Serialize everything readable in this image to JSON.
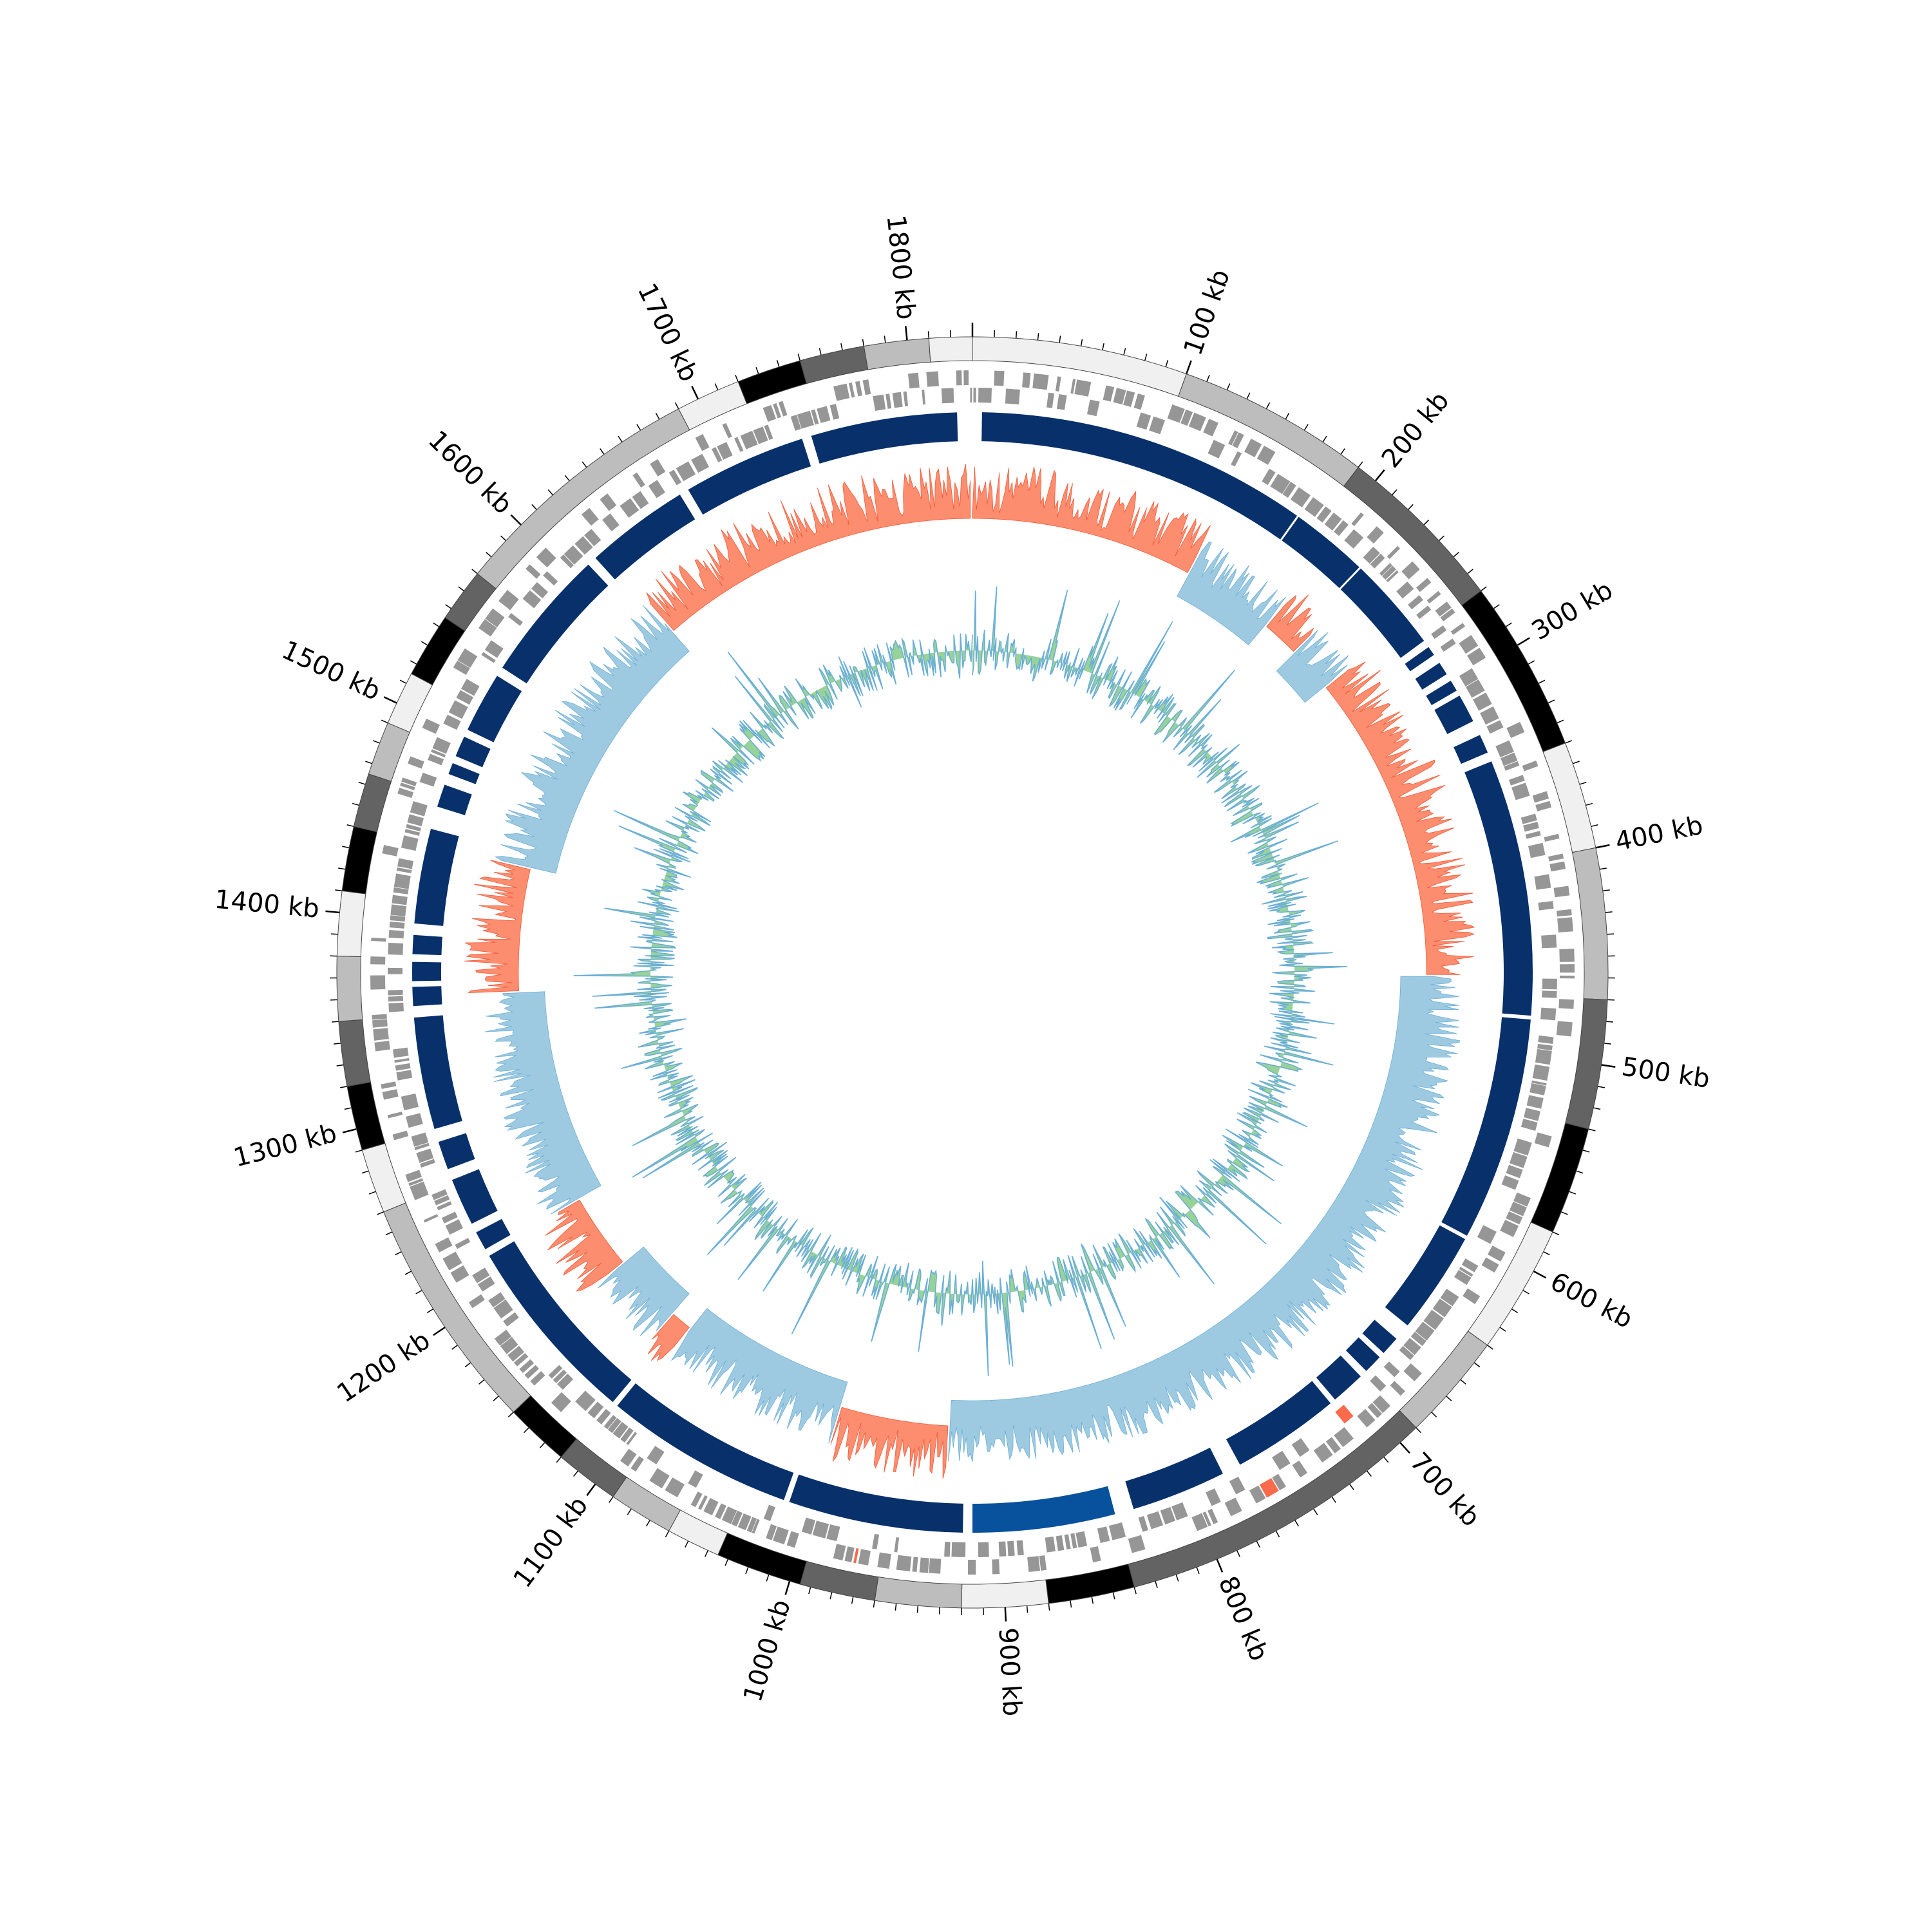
{
  "chart_data": {
    "type": "circular-genome",
    "genome_length_kb": 1830,
    "axis": {
      "unit": "kb",
      "tick_labels": [
        "100 kb",
        "200 kb",
        "300 kb",
        "400 kb",
        "500 kb",
        "600 kb",
        "700 kb",
        "800 kb",
        "900 kb",
        "1000 kb",
        "1100 kb",
        "1200 kb",
        "1300 kb",
        "1400 kb",
        "1500 kb",
        "1600 kb",
        "1700 kb",
        "1800 kb"
      ],
      "tick_positions_kb": [
        100,
        200,
        300,
        400,
        500,
        600,
        700,
        800,
        900,
        1000,
        1100,
        1200,
        1300,
        1400,
        1500,
        1600,
        1700,
        1800
      ],
      "minor_tick_step_kb": 10
    },
    "ideogram_bands": [
      {
        "start": 0,
        "end": 100,
        "shade": "#f0f0f0"
      },
      {
        "start": 100,
        "end": 190,
        "shade": "#bdbdbd"
      },
      {
        "start": 190,
        "end": 270,
        "shade": "#636363"
      },
      {
        "start": 270,
        "end": 350,
        "shade": "#000000"
      },
      {
        "start": 350,
        "end": 400,
        "shade": "#f0f0f0"
      },
      {
        "start": 400,
        "end": 470,
        "shade": "#bdbdbd"
      },
      {
        "start": 470,
        "end": 530,
        "shade": "#636363"
      },
      {
        "start": 530,
        "end": 580,
        "shade": "#000000"
      },
      {
        "start": 580,
        "end": 640,
        "shade": "#f0f0f0"
      },
      {
        "start": 640,
        "end": 690,
        "shade": "#bdbdbd"
      },
      {
        "start": 690,
        "end": 840,
        "shade": "#636363"
      },
      {
        "start": 840,
        "end": 880,
        "shade": "#000000"
      },
      {
        "start": 880,
        "end": 920,
        "shade": "#f0f0f0"
      },
      {
        "start": 920,
        "end": 960,
        "shade": "#bdbdbd"
      },
      {
        "start": 960,
        "end": 995,
        "shade": "#636363"
      },
      {
        "start": 995,
        "end": 1035,
        "shade": "#000000"
      },
      {
        "start": 1035,
        "end": 1060,
        "shade": "#f0f0f0"
      },
      {
        "start": 1060,
        "end": 1090,
        "shade": "#bdbdbd"
      },
      {
        "start": 1090,
        "end": 1120,
        "shade": "#636363"
      },
      {
        "start": 1120,
        "end": 1150,
        "shade": "#000000"
      },
      {
        "start": 1150,
        "end": 1260,
        "shade": "#bdbdbd"
      },
      {
        "start": 1260,
        "end": 1290,
        "shade": "#f0f0f0"
      },
      {
        "start": 1290,
        "end": 1320,
        "shade": "#000000"
      },
      {
        "start": 1320,
        "end": 1350,
        "shade": "#636363"
      },
      {
        "start": 1350,
        "end": 1380,
        "shade": "#bdbdbd"
      },
      {
        "start": 1380,
        "end": 1410,
        "shade": "#f0f0f0"
      },
      {
        "start": 1410,
        "end": 1440,
        "shade": "#000000"
      },
      {
        "start": 1440,
        "end": 1465,
        "shade": "#636363"
      },
      {
        "start": 1465,
        "end": 1490,
        "shade": "#bdbdbd"
      },
      {
        "start": 1490,
        "end": 1515,
        "shade": "#f0f0f0"
      },
      {
        "start": 1515,
        "end": 1545,
        "shade": "#000000"
      },
      {
        "start": 1545,
        "end": 1570,
        "shade": "#636363"
      },
      {
        "start": 1570,
        "end": 1690,
        "shade": "#bdbdbd"
      },
      {
        "start": 1690,
        "end": 1720,
        "shade": "#f0f0f0"
      },
      {
        "start": 1720,
        "end": 1750,
        "shade": "#000000"
      },
      {
        "start": 1750,
        "end": 1780,
        "shade": "#636363"
      },
      {
        "start": 1780,
        "end": 1810,
        "shade": "#bdbdbd"
      },
      {
        "start": 1810,
        "end": 1830,
        "shade": "#f0f0f0"
      }
    ],
    "syntenic_blocks": [
      [
        5,
        180
      ],
      [
        181,
        222
      ],
      [
        223,
        273
      ],
      [
        277,
        282
      ],
      [
        287,
        294
      ],
      [
        298,
        304
      ],
      [
        307,
        322
      ],
      [
        330,
        340
      ],
      [
        345,
        480
      ],
      [
        482,
        600
      ],
      [
        602,
        656
      ],
      [
        665,
        675
      ],
      [
        678,
        688
      ],
      [
        692,
        710
      ],
      [
        713,
        770
      ],
      [
        780,
        830
      ],
      [
        840,
        915
      ],
      [
        920,
        1012
      ],
      [
        1015,
        1115
      ],
      [
        1118,
        1218
      ],
      [
        1222,
        1232
      ],
      [
        1237,
        1262
      ],
      [
        1268,
        1283
      ],
      [
        1290,
        1349
      ],
      [
        1355,
        1365
      ],
      [
        1368,
        1378
      ],
      [
        1382,
        1392
      ],
      [
        1398,
        1448
      ],
      [
        1460,
        1472
      ],
      [
        1478,
        1484
      ],
      [
        1488,
        1499
      ],
      [
        1503,
        1535
      ],
      [
        1540,
        1610
      ],
      [
        1615,
        1670
      ],
      [
        1675,
        1740
      ],
      [
        1745,
        1822
      ]
    ],
    "gc_skew_sign": [
      {
        "start": 0,
        "end": 145,
        "sign": "positive"
      },
      {
        "start": 145,
        "end": 205,
        "sign": "negative"
      },
      {
        "start": 205,
        "end": 230,
        "sign": "positive"
      },
      {
        "start": 230,
        "end": 260,
        "sign": "negative"
      },
      {
        "start": 260,
        "end": 460,
        "sign": "positive"
      },
      {
        "start": 460,
        "end": 930,
        "sign": "negative"
      },
      {
        "start": 930,
        "end": 1000,
        "sign": "positive"
      },
      {
        "start": 1000,
        "end": 1110,
        "sign": "negative"
      },
      {
        "start": 1110,
        "end": 1125,
        "sign": "positive"
      },
      {
        "start": 1125,
        "end": 1170,
        "sign": "negative"
      },
      {
        "start": 1170,
        "end": 1220,
        "sign": "positive"
      },
      {
        "start": 1220,
        "end": 1360,
        "sign": "negative"
      },
      {
        "start": 1360,
        "end": 1440,
        "sign": "positive"
      },
      {
        "start": 1440,
        "end": 1620,
        "sign": "negative"
      },
      {
        "start": 1620,
        "end": 1830,
        "sign": "positive"
      }
    ],
    "colors": {
      "tick": "#000000",
      "ideogram_outline": "#444444",
      "genes": "#969696",
      "genes_highlight": "#fb6a4a",
      "synteny": "#08306b",
      "synteny_variant": "#08519c",
      "skew_positive": "#fc8d6e",
      "skew_negative": "#9ecae1",
      "inner_track_fill": "#74c476",
      "inner_track_line": "#6baed6"
    }
  }
}
